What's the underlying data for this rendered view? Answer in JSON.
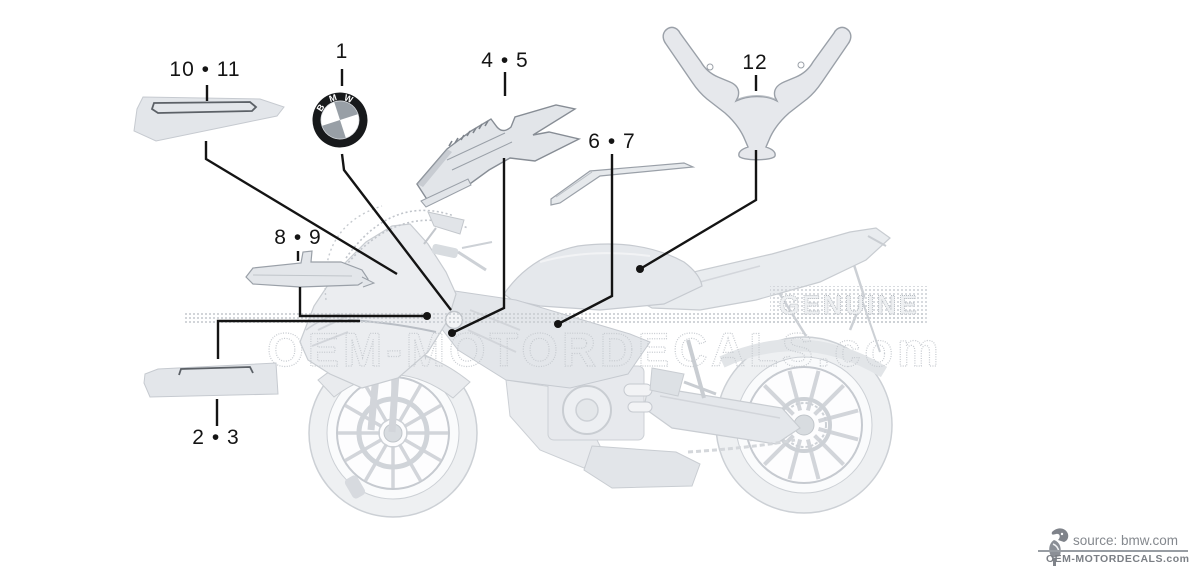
{
  "callouts": {
    "c1": {
      "label": "1"
    },
    "c2_3": {
      "label": "2 • 3"
    },
    "c4_5": {
      "label": "4 • 5"
    },
    "c6_7": {
      "label": "6 • 7"
    },
    "c8_9": {
      "label": "8 • 9"
    },
    "c10_11": {
      "label": "10 • 11"
    },
    "c12": {
      "label": "12"
    }
  },
  "emblem": {
    "b": "B",
    "m": "M",
    "w": "W"
  },
  "watermark": {
    "brand": "OEM-MOTORDECALS.com",
    "genuine": "GENUINE"
  },
  "footer": {
    "source": "source: bmw.com",
    "brand": "OEM-MOTORDECALS.com"
  },
  "icons": {
    "part_1": "bmw-roundel",
    "footer_logo": "woodpecker-logo"
  },
  "colors": {
    "leader_line": "#141414",
    "decal_fill": "#e3e6ea",
    "decal_outline": "#9aa0a8",
    "bike_line": "#c7cbd1",
    "watermark_gray": "#c9cdd2",
    "emblem_dark": "#17191b"
  }
}
